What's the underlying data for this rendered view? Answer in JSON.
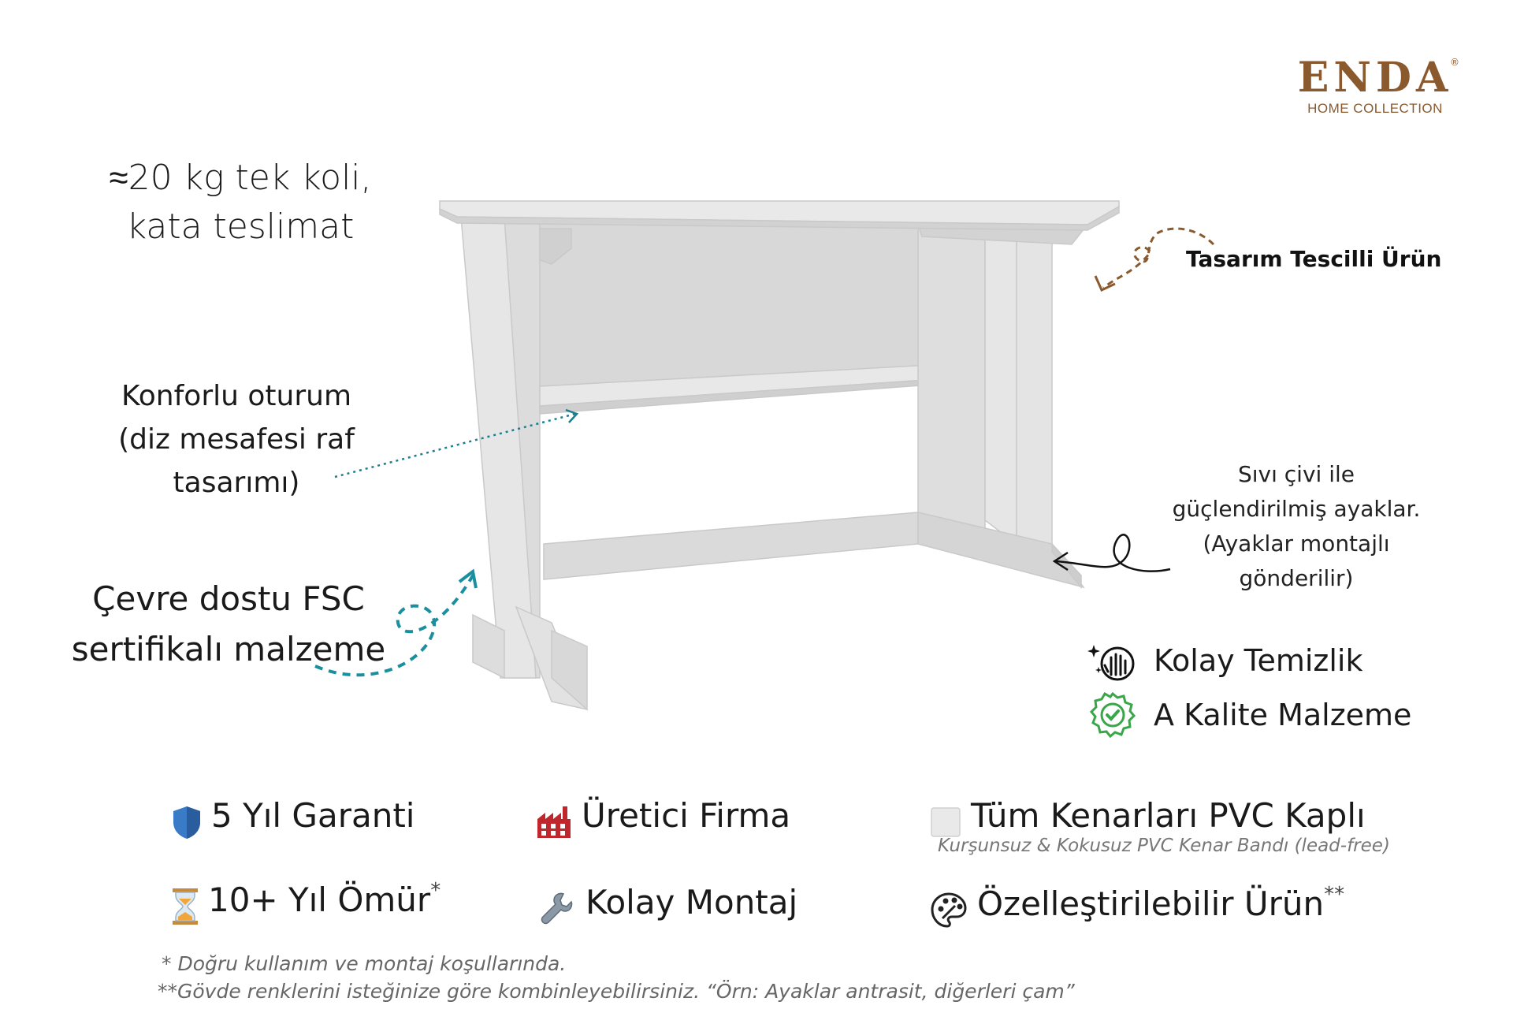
{
  "brand": {
    "name": "ENDA",
    "registered": "®",
    "subtitle": "HOME COLLECTION",
    "color": "#8a5a2e"
  },
  "callouts": {
    "weight_line1": "≈20 kg tek koli,",
    "weight_line2": "kata teslimat",
    "comfort_line1": "Konforlu oturum",
    "comfort_line2": "(diz mesafesi raf",
    "comfort_line3": "tasarımı)",
    "fsc_line1": "Çevre dostu FSC",
    "fsc_line2": "sertifikalı malzeme",
    "design": "Tasarım Tescilli Ürün",
    "legs_line1": "Sıvı çivi ile",
    "legs_line2": "güçlendirilmiş ayaklar.",
    "legs_line3": "(Ayaklar montajlı",
    "legs_line4": "gönderilir)"
  },
  "features": {
    "clean": {
      "label": "Kolay Temizlik",
      "icon": "hand-wipe-sparkle-icon"
    },
    "quality": {
      "label": "A Kalite Malzeme",
      "icon": "quality-badge-check-icon"
    }
  },
  "badges": {
    "warranty": {
      "label": "5 Yıl Garanti",
      "icon": "shield-icon"
    },
    "factory": {
      "label": "Üretici Firma",
      "icon": "factory-icon"
    },
    "pvc": {
      "label": "Tüm Kenarları PVC Kaplı",
      "sub": "Kurşunsuz & Kokusuz PVC Kenar Bandı (lead-free)",
      "icon": "white-square-icon"
    },
    "life": {
      "label": "10+ Yıl Ömür",
      "mark": "*",
      "icon": "hourglass-icon"
    },
    "assembly": {
      "label": "Kolay Montaj",
      "icon": "wrench-icon"
    },
    "custom": {
      "label": "Özelleştirilebilir Ürün",
      "mark": "**",
      "icon": "palette-icon"
    }
  },
  "notes": {
    "note1": "* Doğru kullanım ve montaj koşullarında.",
    "note2": "**Gövde renklerini isteğinize göre kombinleyebilirsiniz. “Örn: Ayaklar antrasit, diğerleri çam”"
  },
  "colors": {
    "desk": "#e3e3e3",
    "accent_teal": "#1a8f9e",
    "accent_brown": "#8a5a2e",
    "check_green": "#3aa64a"
  }
}
